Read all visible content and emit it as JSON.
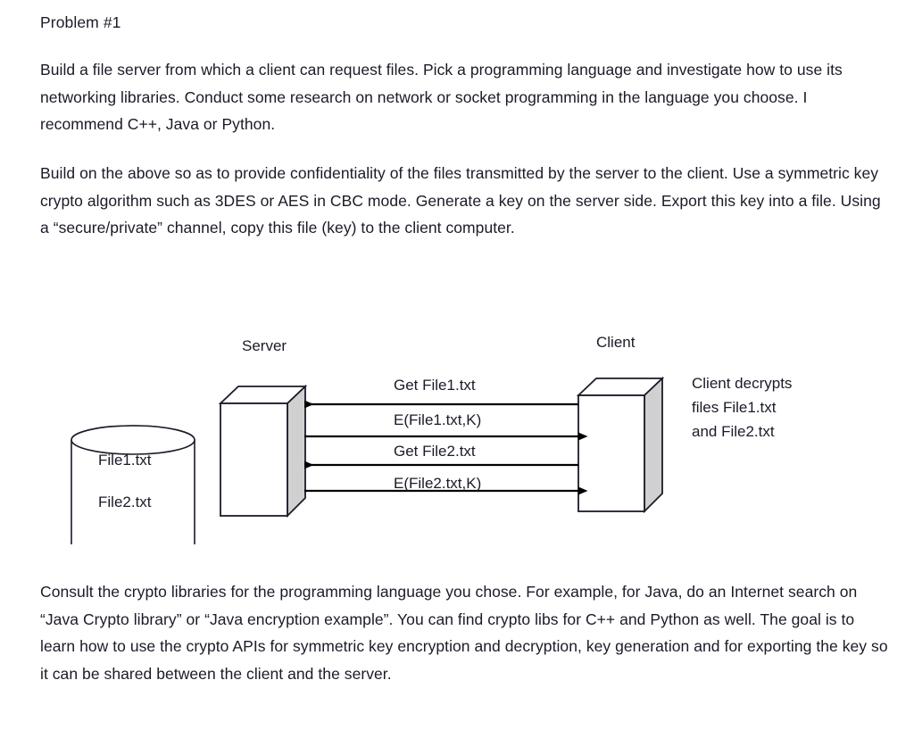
{
  "document": {
    "heading": "Problem #1",
    "paragraphs": [
      "Build a file server from which a client can request files. Pick a programming language and investigate how to use its networking libraries. Conduct some research on network or socket programming in the language you choose. I recommend C++, Java or Python.",
      "Build on the above so as to provide confidentiality of the files transmitted by the server to the client. Use a symmetric key crypto algorithm such as 3DES or AES in CBC mode. Generate a key on the server side. Export this key into a file. Using a “secure/private” channel, copy this file (key) to the client computer.",
      "Consult the crypto libraries for the programming language you chose. For example, for Java, do an Internet search on “Java Crypto library” or “Java encryption example”. You can find crypto libs for C++ and Python as well. The goal is to learn how to use the crypto APIs for symmetric key encryption and decryption, key generation and for exporting the key so it can be shared between the client and the server."
    ]
  },
  "diagram": {
    "server_label": "Server",
    "client_label": "Client",
    "database": {
      "file1": "File1.txt",
      "file2": "File2.txt"
    },
    "messages": [
      {
        "label": "Get File1.txt",
        "direction": "client-to-server"
      },
      {
        "label": "E(File1.txt,K)",
        "direction": "server-to-client"
      },
      {
        "label": "Get File2.txt",
        "direction": "client-to-server"
      },
      {
        "label": "E(File2.txt,K)",
        "direction": "server-to-client"
      }
    ],
    "note": "Client decrypts\nfiles File1.txt\nand File2.txt",
    "colors": {
      "stroke": "#1b1b29",
      "box_face": "#ffffff",
      "box_side": "#d0d0d0",
      "text": "#1b1b29"
    }
  }
}
